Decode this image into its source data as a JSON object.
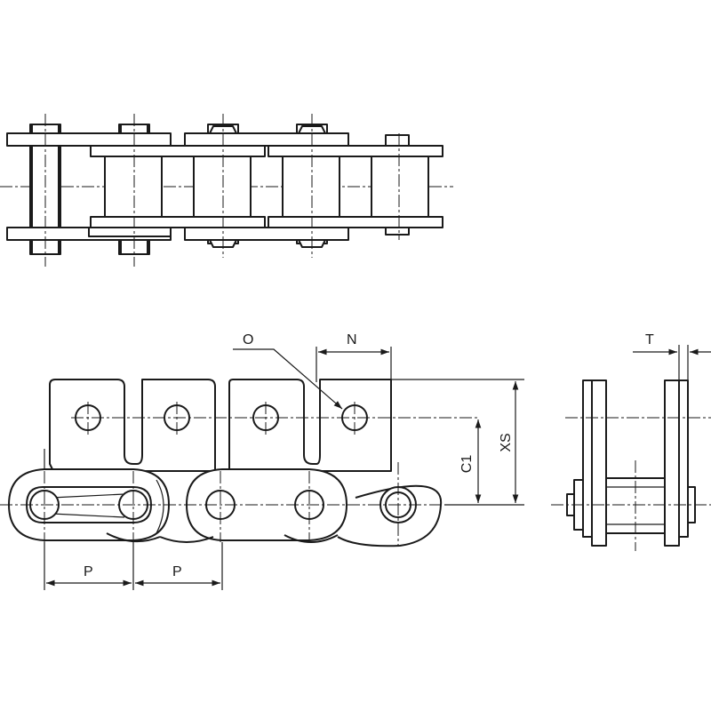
{
  "labels": {
    "o": "O",
    "n": "N",
    "xs": "XS",
    "c1": "C1",
    "p1": "P",
    "p2": "P",
    "t": "T"
  }
}
